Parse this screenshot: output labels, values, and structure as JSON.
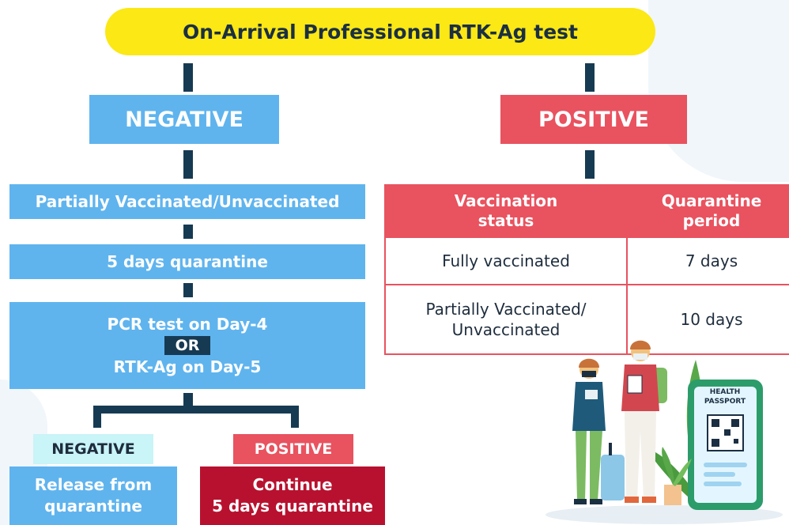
{
  "title": "On-Arrival Professional RTK-Ag test",
  "left_branch": {
    "result": "NEGATIVE",
    "status": "Partially Vaccinated/Unvaccinated",
    "quarantine": "5 days quarantine",
    "test_line1": "PCR test on Day-4",
    "or_label": "OR",
    "test_line2": "RTK-Ag on Day-5",
    "negative": {
      "label": "NEGATIVE",
      "action_line1": "Release from",
      "action_line2": "quarantine"
    },
    "positive": {
      "label": "POSITIVE",
      "action_line1": "Continue",
      "action_line2": "5 days quarantine"
    }
  },
  "right_branch": {
    "result": "POSITIVE",
    "table": {
      "headers": [
        {
          "line1": "Vaccination",
          "line2": "status"
        },
        {
          "line1": "Quarantine",
          "line2": "period"
        }
      ],
      "rows": [
        {
          "status_line1": "Fully vaccinated",
          "status_line2": "",
          "period": "7 days"
        },
        {
          "status_line1": "Partially Vaccinated/",
          "status_line2": "Unvaccinated",
          "period": "10 days"
        }
      ]
    }
  },
  "illustration": {
    "phone_label_line1": "HEALTH",
    "phone_label_line2": "PASSPORT"
  },
  "colors": {
    "title_bg": "#fbe814",
    "negative_blue": "#5fb4ee",
    "positive_red": "#e9525f",
    "continue_dark_red": "#b8112f",
    "negative_light": "#c9f4f8",
    "connector_navy": "#173a53"
  }
}
